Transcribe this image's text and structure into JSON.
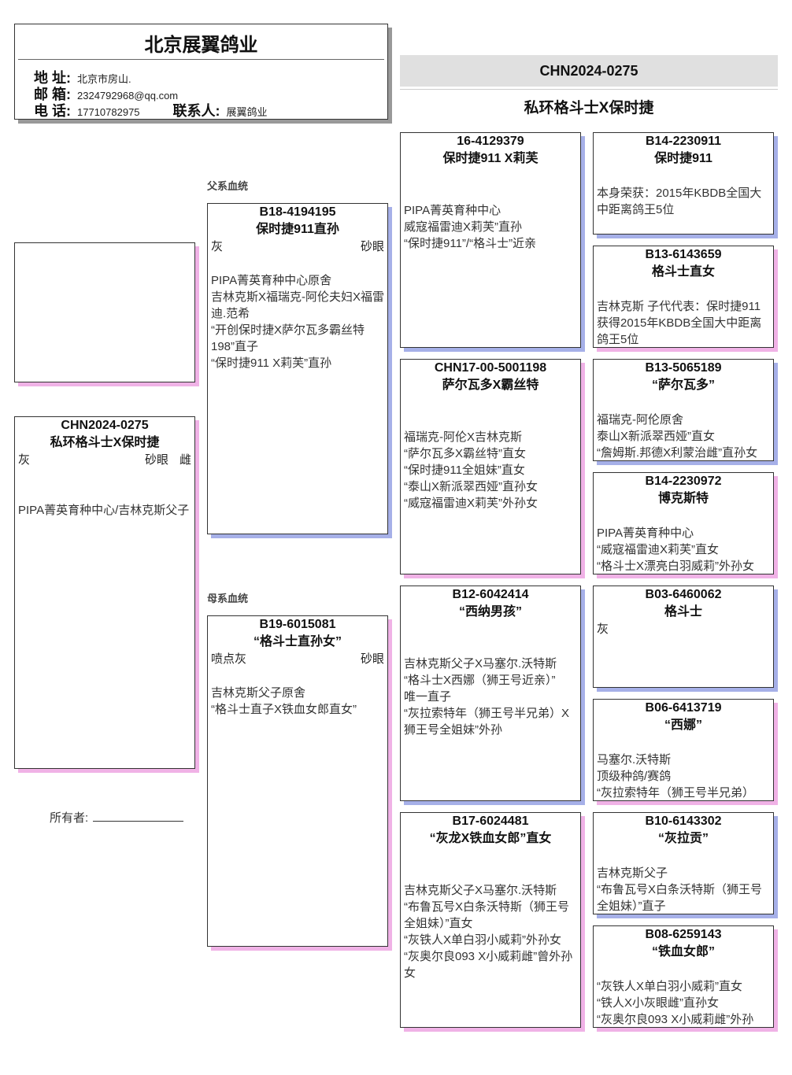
{
  "header": {
    "title": "北京展翼鸽业",
    "address_label": "地 址:",
    "address": "北京市房山.",
    "email_label": "邮 箱:",
    "email": "2324792968@qq.com",
    "phone_label": "电 话:",
    "phone": "17710782975",
    "contact_label": "联系人:",
    "contact": "展翼鸽业"
  },
  "band": "CHN2024-0275",
  "main_title": "私环格斗士X保时捷",
  "sire_label": "父系血统",
  "dam_label": "母系血统",
  "owner_label": "所有者:",
  "subject": {
    "ring": "CHN2024-0275",
    "name": "私环格斗士X保时捷",
    "color": "灰",
    "eye": "砂眼",
    "sex": "雌",
    "notes": [
      "PIPA菁英育种中心/吉林克斯父子"
    ]
  },
  "sire": {
    "ring": "B18-4194195",
    "name": "保时捷911直孙",
    "color": "灰",
    "eye": "砂眼",
    "notes": [
      "PIPA菁英育种中心原舍",
      "吉林克斯X福瑞克-阿伦夫妇X福雷迪.范希",
      "“开创保时捷X萨尔瓦多霸丝特198”直子",
      "“保时捷911 X莉芙”直孙"
    ]
  },
  "dam": {
    "ring": "B19-6015081",
    "name": "“格斗士直孙女”",
    "color": "喷点灰",
    "eye": "砂眼",
    "notes": [
      "吉林克斯父子原舍",
      "“格斗士直子X铁血女郎直女”"
    ]
  },
  "gen3": [
    {
      "ring": "16-4129379",
      "name": "保时捷911 X莉芙",
      "notes": [
        "PIPA菁英育种中心",
        "威寇福雷迪X莉芙”直孙",
        "“保时捷911”/“格斗士”近亲"
      ]
    },
    {
      "ring": "CHN17-00-5001198",
      "name": "萨尔瓦多X霸丝特",
      "notes": [
        "福瑞克-阿伦X吉林克斯",
        "“萨尔瓦多X霸丝特”直女",
        "“保时捷911全姐妹”直女",
        "“泰山X新派翠西娅”直孙女",
        "“威寇福雷迪X莉芙”外孙女"
      ]
    },
    {
      "ring": "B12-6042414",
      "name": "“西纳男孩”",
      "notes": [
        "吉林克斯父子X马塞尔.沃特斯",
        "“格斗士X西娜（狮王号近亲）”",
        "唯一直子",
        "“灰拉索特年（狮王号半兄弟）X狮王号全姐妹”外孙"
      ]
    },
    {
      "ring": "B17-6024481",
      "name": "“灰龙X铁血女郎”直女",
      "notes": [
        "吉林克斯父子X马塞尔.沃特斯",
        "“布鲁瓦号X白条沃特斯（狮王号全姐妹）”直女",
        "“灰铁人X单白羽小威莉”外孙女",
        "“灰奥尔良093 X小威莉雌”曾外孙女"
      ]
    }
  ],
  "gen4": [
    {
      "ring": "B14-2230911",
      "name": "保时捷911",
      "notes": [
        "本身荣获：2015年KBDB全国大中距离鸽王5位"
      ]
    },
    {
      "ring": "B13-6143659",
      "name": "格斗士直女",
      "notes": [
        "吉林克斯 子代代表：保时捷911获得2015年KBDB全国大中距离鸽王5位"
      ]
    },
    {
      "ring": "B13-5065189",
      "name": "“萨尔瓦多”",
      "notes": [
        "福瑞克-阿伦原舍",
        "泰山X新派翠西娅”直女",
        "“詹姆斯.邦德X利蒙治雌”直孙女"
      ]
    },
    {
      "ring": "B14-2230972",
      "name": "博克斯特",
      "notes": [
        "PIPA菁英育种中心",
        "“威寇福雷迪X莉芙”直女",
        "“格斗士X漂亮白羽威莉”外孙女"
      ]
    },
    {
      "ring": "B03-6460062",
      "name": "格斗士",
      "color": "灰",
      "notes": []
    },
    {
      "ring": "B06-6413719",
      "name": "“西娜”",
      "notes": [
        "马塞尔.沃特斯",
        "顶级种鸽/赛鸽",
        "“灰拉索特年（狮王号半兄弟）"
      ]
    },
    {
      "ring": "B10-6143302",
      "name": "“灰拉贡”",
      "notes": [
        "吉林克斯父子",
        "“布鲁瓦号X白条沃特斯（狮王号全姐妹）”直子"
      ]
    },
    {
      "ring": "B08-6259143",
      "name": "“铁血女郎”",
      "notes": [
        "“灰铁人X单白羽小威莉”直女",
        "“铁人X小灰眼雌”直孙女",
        "“灰奥尔良093 X小威莉雌”外孙"
      ]
    }
  ],
  "colors": {
    "male_shadow": "#a6b0e8",
    "female_shadow": "#f0b2e6",
    "band_bg": "#e0e0e0"
  }
}
